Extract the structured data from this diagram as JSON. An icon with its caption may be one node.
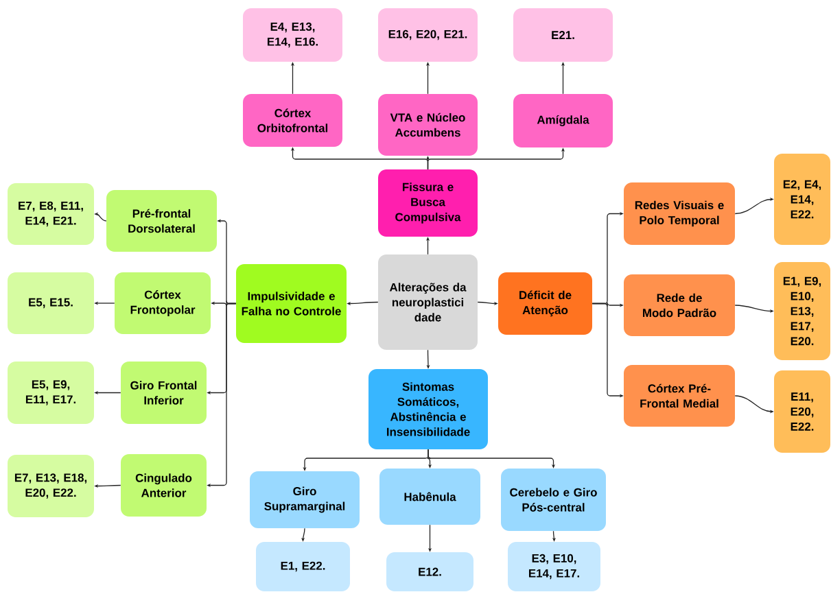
{
  "diagram": {
    "nodes": [
      {
        "text": [
          "Alterações da neuroplastici dade"
        ]
      },
      {
        "text": [
          "Fissura e Busca Compulsiva"
        ]
      },
      {
        "text": [
          "Córtex Orbitofrontal"
        ]
      },
      {
        "text": [
          "VTA e Núcleo Accumbens"
        ]
      },
      {
        "text": [
          "Amígdala"
        ]
      },
      {
        "text": [
          "E4, E13, E14, E16."
        ]
      },
      {
        "text": [
          "E16, E20, E21."
        ]
      },
      {
        "text": [
          "E21."
        ]
      },
      {
        "text": [
          "Impulsividade e Falha no Controle"
        ]
      },
      {
        "text": [
          "Pré-frontal Dorsolateral"
        ]
      },
      {
        "text": [
          "Córtex Frontopolar"
        ]
      },
      {
        "text": [
          "Giro Frontal Inferior"
        ]
      },
      {
        "text": [
          "Cingulado Anterior"
        ]
      },
      {
        "text": [
          "E7, E8, E11, E14, E21."
        ]
      },
      {
        "text": [
          "E5, E15."
        ]
      },
      {
        "text": [
          "E5, E9, E11, E17."
        ]
      },
      {
        "text": [
          "E7, E13, E18, E20, E22."
        ]
      },
      {
        "text": [
          "Déficit de Atenção"
        ]
      },
      {
        "text": [
          "Redes Visuais e Polo Temporal"
        ]
      },
      {
        "text": [
          "Rede de Modo Padrão"
        ]
      },
      {
        "text": [
          "Córtex Pré-Frontal Medial"
        ]
      },
      {
        "text": [
          "E2, E4, E14, E22."
        ]
      },
      {
        "text": [
          "E1, E9, E10, E13, E17, E20."
        ]
      },
      {
        "text": [
          "E11, E20, E22."
        ]
      },
      {
        "text": [
          "Sintomas Somáticos, Abstinência e Insensibilidade"
        ]
      },
      {
        "text": [
          "Giro Supramarginal"
        ]
      },
      {
        "text": [
          "Habênula"
        ]
      },
      {
        "text": [
          "Cerebelo e Giro Pós-central"
        ]
      },
      {
        "text": [
          "E1, E22."
        ]
      },
      {
        "text": [
          "E12."
        ]
      },
      {
        "text": [
          "E3, E10, E14, E17."
        ]
      }
    ],
    "edges": [
      {
        "from": 0,
        "to": 1,
        "arrow": "to"
      },
      {
        "from": 1,
        "to": 2,
        "arrow": "to"
      },
      {
        "from": 1,
        "to": 3,
        "arrow": "to"
      },
      {
        "from": 1,
        "to": 4,
        "arrow": "to"
      },
      {
        "from": 2,
        "to": 5,
        "arrow": "to"
      },
      {
        "from": 3,
        "to": 6,
        "arrow": "to"
      },
      {
        "from": 4,
        "to": 7,
        "arrow": "to"
      },
      {
        "from": 0,
        "to": 8,
        "arrow": "to"
      },
      {
        "from": 8,
        "to": 9,
        "arrow": "to"
      },
      {
        "from": 8,
        "to": 10,
        "arrow": "to"
      },
      {
        "from": 8,
        "to": 11,
        "arrow": "to"
      },
      {
        "from": 8,
        "to": 12,
        "arrow": "to"
      },
      {
        "from": 9,
        "to": 13,
        "arrow": "to"
      },
      {
        "from": 10,
        "to": 14,
        "arrow": "to"
      },
      {
        "from": 11,
        "to": 15,
        "arrow": "to"
      },
      {
        "from": 12,
        "to": 16,
        "arrow": "to"
      },
      {
        "from": 0,
        "to": 17,
        "arrow": "to"
      },
      {
        "from": 17,
        "to": 18,
        "arrow": "to"
      },
      {
        "from": 17,
        "to": 19,
        "arrow": "to"
      },
      {
        "from": 17,
        "to": 20,
        "arrow": "to"
      },
      {
        "from": 18,
        "to": 21,
        "arrow": "to"
      },
      {
        "from": 19,
        "to": 22,
        "arrow": "to"
      },
      {
        "from": 20,
        "to": 23,
        "arrow": "to"
      },
      {
        "from": 0,
        "to": 24,
        "arrow": "to"
      },
      {
        "from": 24,
        "to": 25,
        "arrow": "to"
      },
      {
        "from": 24,
        "to": 26,
        "arrow": "to"
      },
      {
        "from": 24,
        "to": 27,
        "arrow": "to"
      },
      {
        "from": 25,
        "to": 28,
        "arrow": "to"
      },
      {
        "from": 26,
        "to": 29,
        "arrow": "to"
      },
      {
        "from": 27,
        "to": 30,
        "arrow": "to"
      }
    ]
  }
}
